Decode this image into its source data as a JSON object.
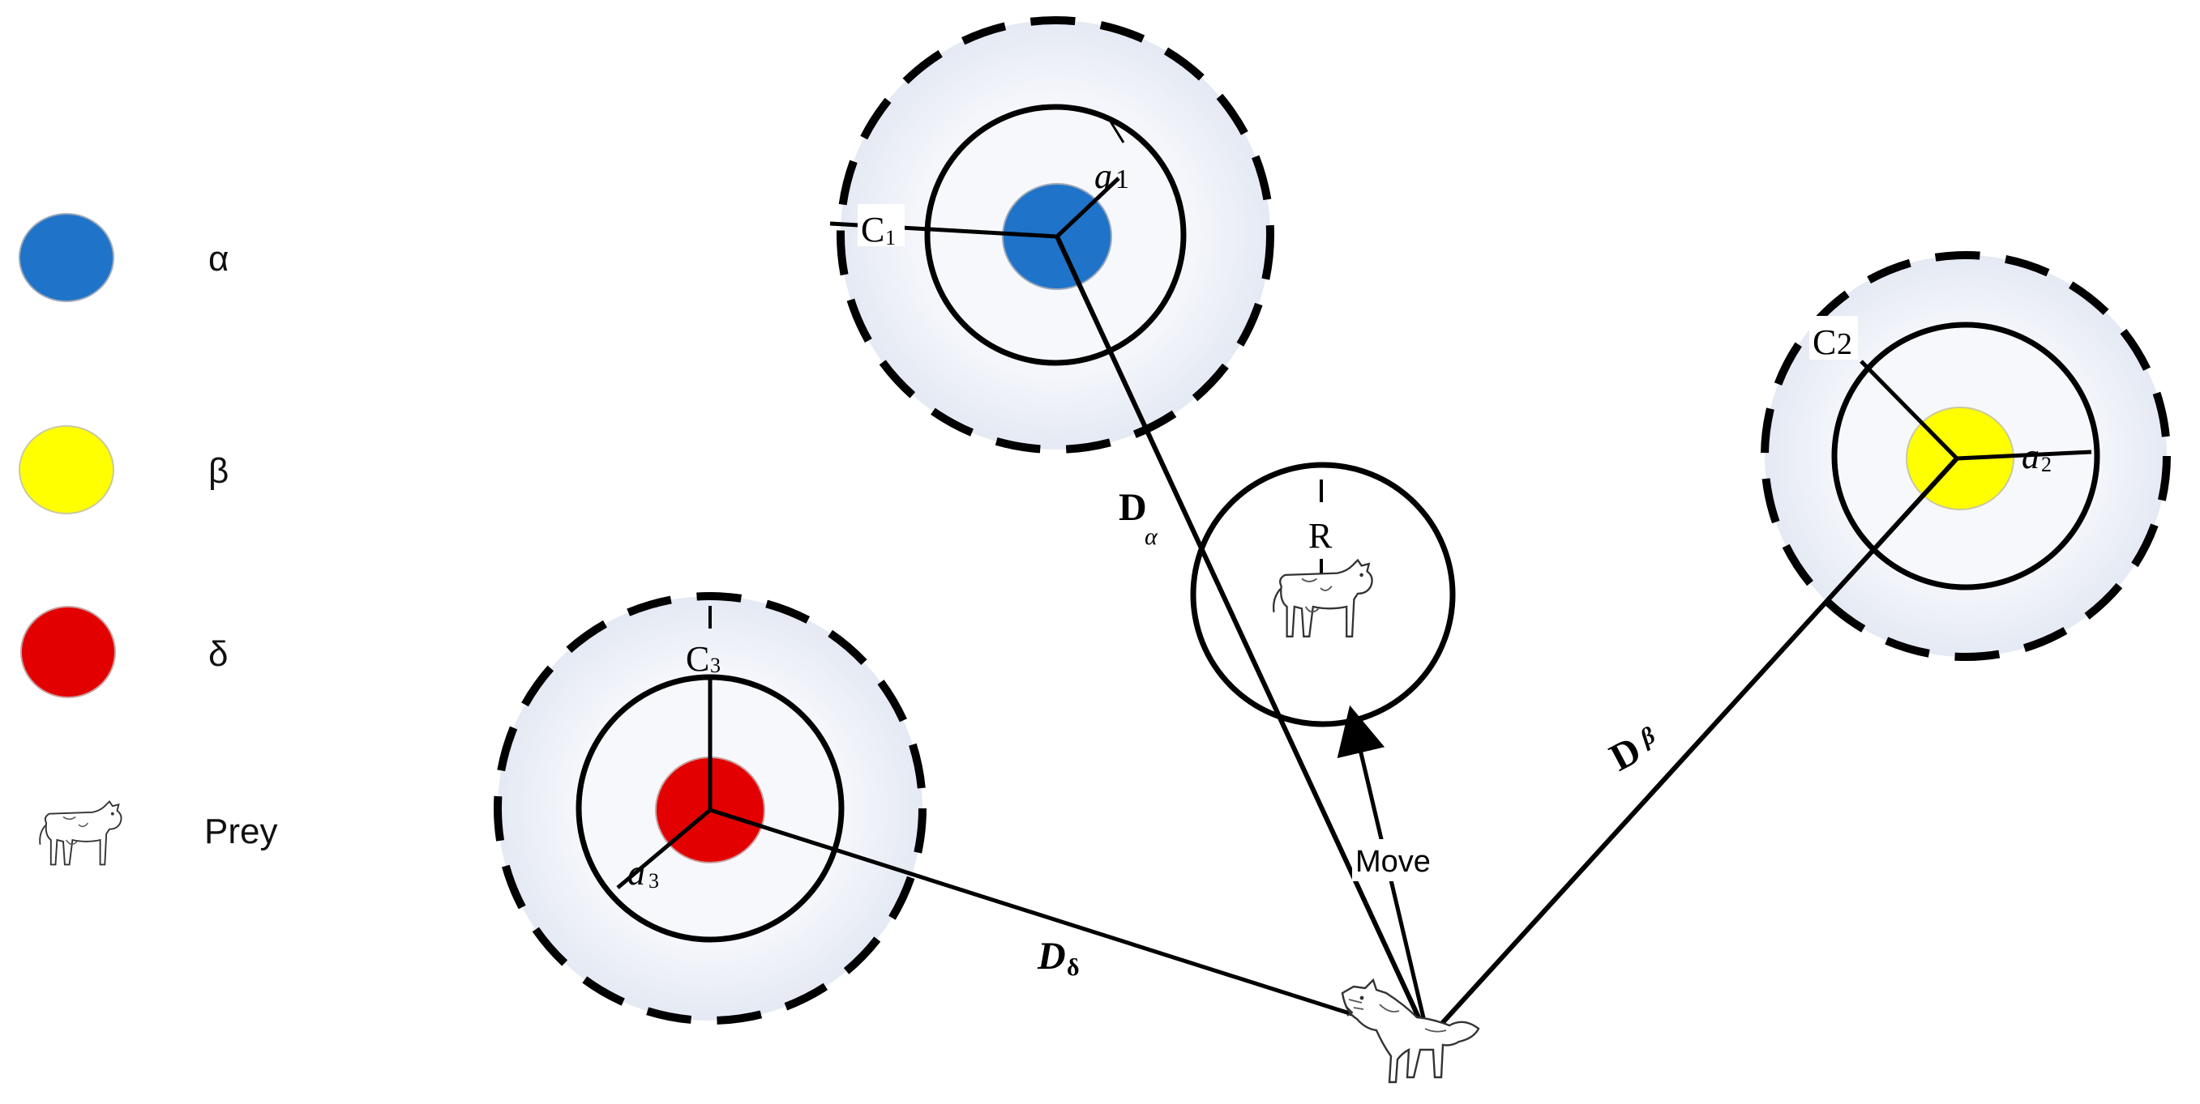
{
  "legend": {
    "alpha": "α",
    "beta": "β",
    "delta": "δ",
    "prey": "Prey"
  },
  "labels": {
    "c1": "C",
    "c1_sub": "1",
    "a1": "a",
    "a1_sub": "1",
    "c2": "C",
    "c2_sub": "2",
    "a2": "a",
    "a2_sub": "2",
    "c3": "C",
    "c3_sub": "3",
    "a3": "a",
    "a3_sub": "3",
    "d_alpha": "D",
    "d_alpha_sub": "α",
    "d_beta": "D",
    "d_beta_sub": "β",
    "d_delta": "D",
    "d_delta_sub": "δ",
    "r": "R",
    "move": "Move"
  },
  "colors": {
    "alpha": "#1f73c9",
    "beta": "#ffff00",
    "delta": "#e30000",
    "halo": "#e8edf6",
    "stroke": "#000000"
  },
  "icons": {
    "prey": "cow-icon",
    "wolf": "wolf-icon"
  }
}
